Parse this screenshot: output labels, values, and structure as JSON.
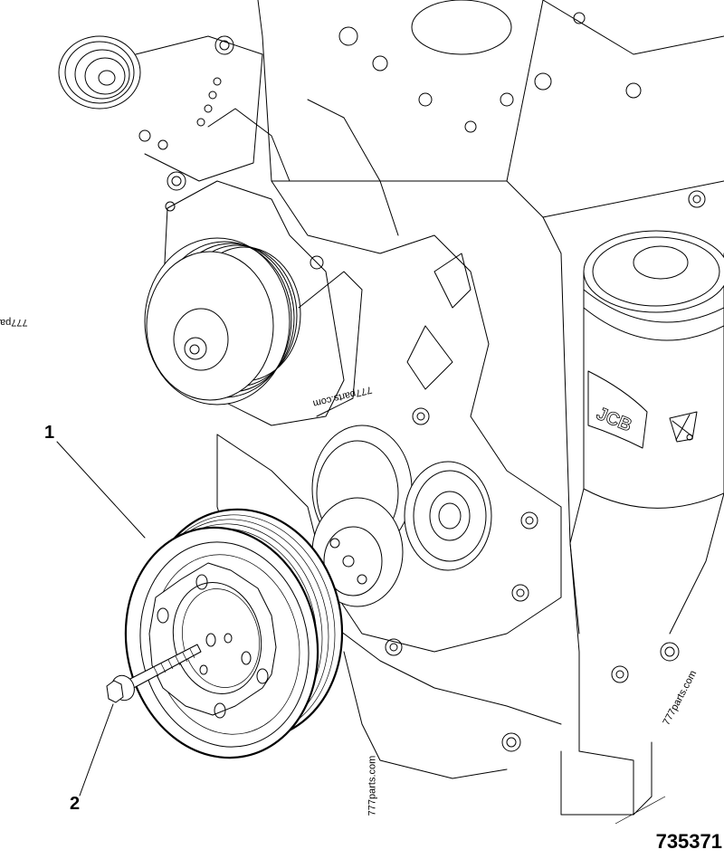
{
  "diagram": {
    "title": "Crankshaft pulley assembly",
    "figure_number": "735371",
    "callouts": [
      {
        "number": "1",
        "part": "pulley"
      },
      {
        "number": "2",
        "part": "bolt"
      }
    ],
    "brand_logo_text": "JCB",
    "watermarks": [
      "777parts.com",
      "777parts.com",
      "777parts.com",
      "777pa"
    ]
  }
}
